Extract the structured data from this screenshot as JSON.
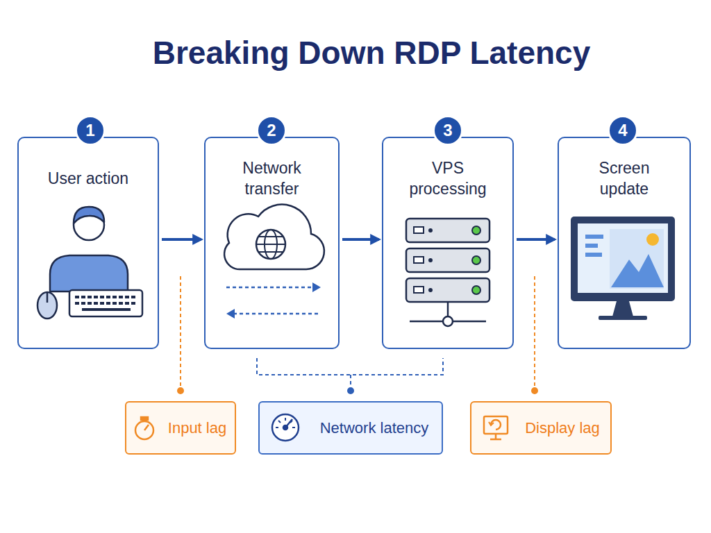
{
  "diagram": {
    "title": "Breaking Down RDP Latency",
    "nodes": [
      {
        "text": [
          "User action"
        ]
      },
      {
        "text": [
          "Network transfer"
        ]
      },
      {
        "text": [
          "VPS processing"
        ]
      },
      {
        "text": [
          "Screen update"
        ]
      },
      {
        "text": [
          "Input lag"
        ]
      },
      {
        "text": [
          "Network latency"
        ]
      },
      {
        "text": [
          "Display lag"
        ]
      }
    ],
    "edges": [
      {
        "from": 0,
        "to": 1,
        "arrow": "to"
      },
      {
        "from": 1,
        "to": 2,
        "arrow": "to"
      },
      {
        "from": 2,
        "to": 3,
        "arrow": "to"
      }
    ],
    "labels": [
      "1",
      "2",
      "3",
      "4"
    ]
  }
}
